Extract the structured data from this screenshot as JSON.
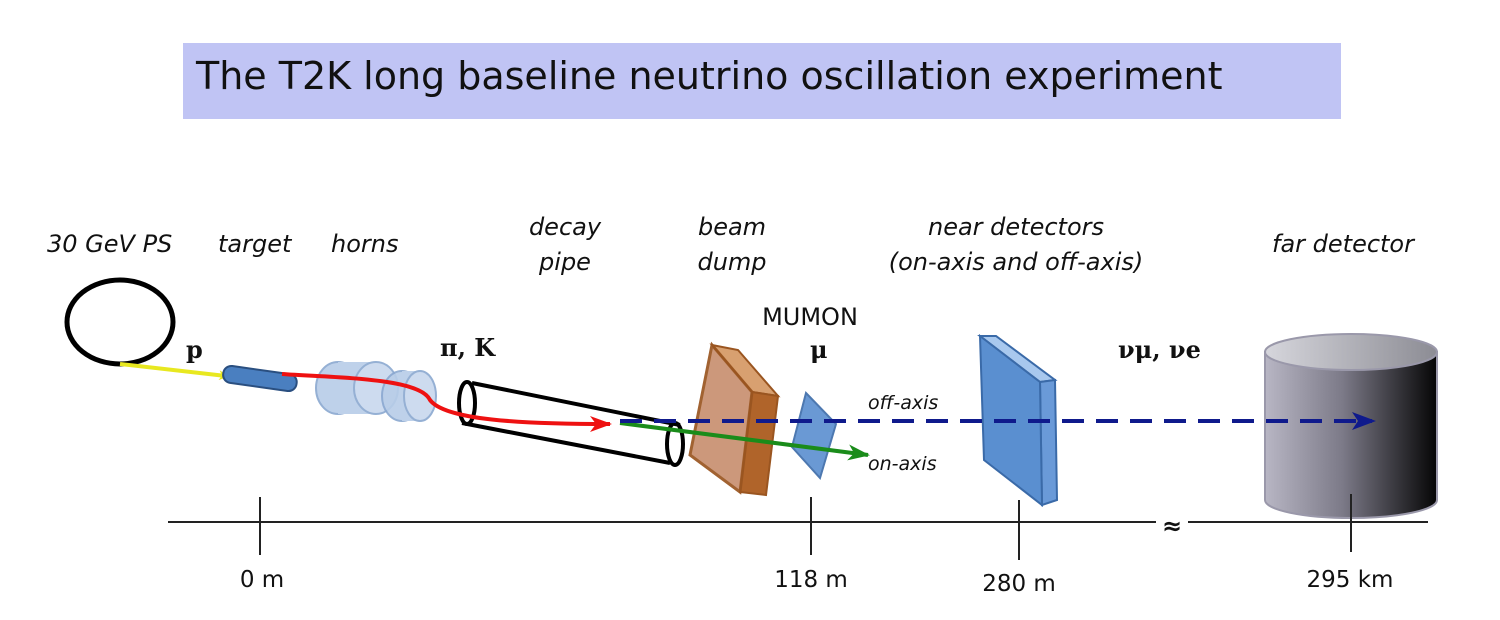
{
  "title": "The T2K long baseline neutrino oscillation experiment",
  "components": {
    "ps": "30 GeV PS",
    "target": "target",
    "horns": "horns",
    "decay_pipe_1": "decay",
    "decay_pipe_2": "pipe",
    "beam_dump_1": "beam",
    "beam_dump_2": "dump",
    "near_detectors_1": "near detectors",
    "near_detectors_2": "(on-axis and off-axis)",
    "far_detector": "far detector",
    "mumon": "MUMON"
  },
  "particles": {
    "proton": "p",
    "pion_kaon": "π, K",
    "muon": "μ",
    "neutrinos": "νμ, νe"
  },
  "beam_labels": {
    "off_axis": "off-axis",
    "on_axis": "on-axis"
  },
  "axis": {
    "break_mark": "≈",
    "ticks": [
      "0 m",
      "118 m",
      "280 m",
      "295 km"
    ]
  },
  "colors": {
    "title_bg": "#c0c4f4",
    "proton_beam": "#e8e820",
    "pion_beam": "#ee1111",
    "on_axis_beam": "#1a8c1a",
    "off_axis_beam": "#0f1a8c",
    "beam_dump": "#b0642a",
    "near_detector": "#5a8fd0",
    "target": "#4a7fc0"
  }
}
